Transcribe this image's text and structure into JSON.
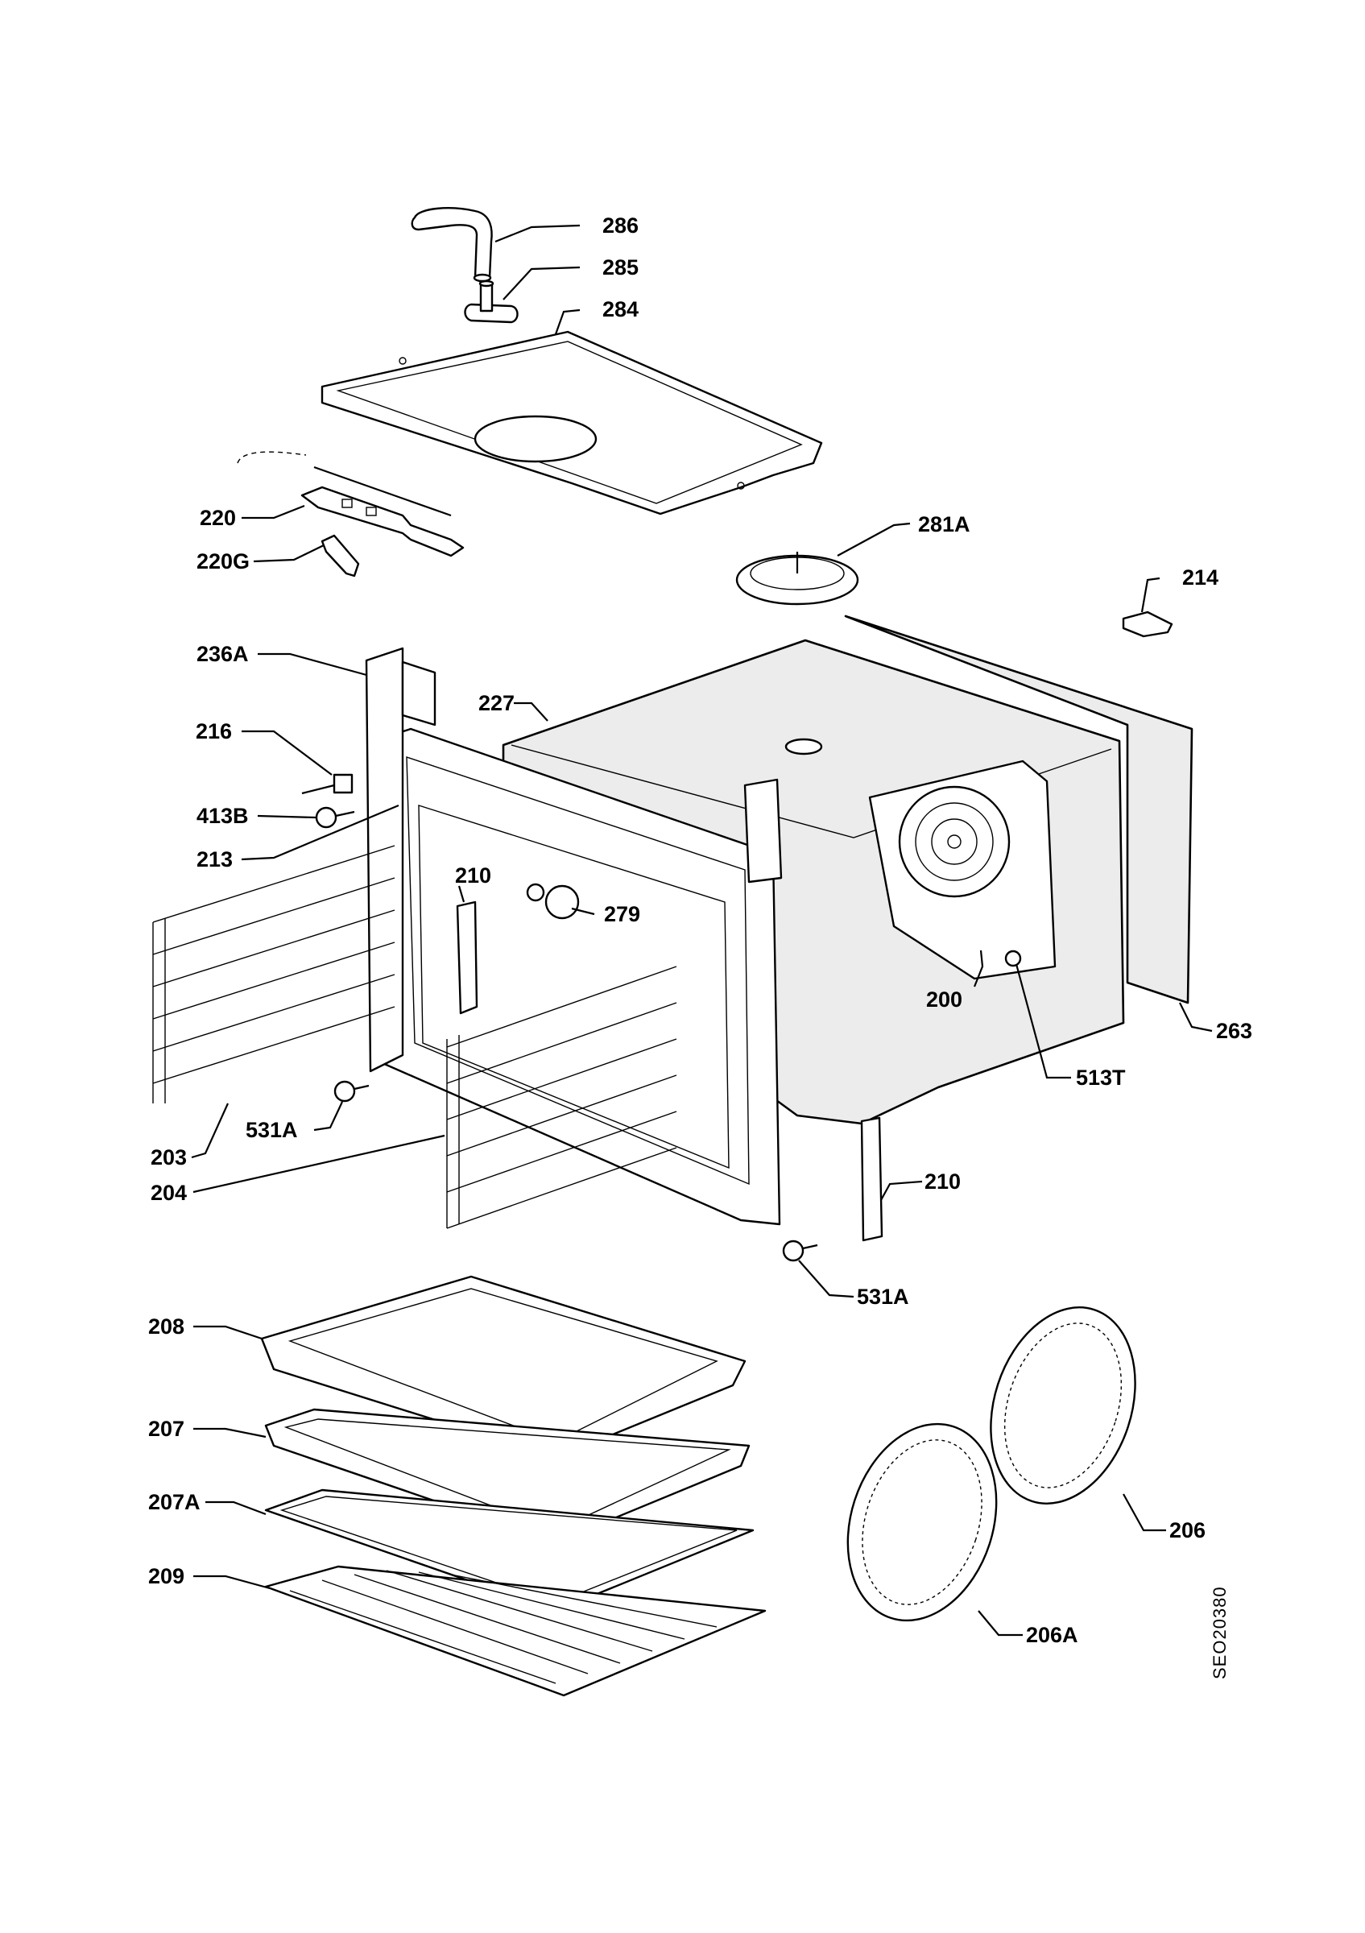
{
  "drawing_code": "SEO20380",
  "labels": {
    "l286": "286",
    "l285": "285",
    "l284": "284",
    "l220": "220",
    "l220G": "220G",
    "l281A": "281A",
    "l214": "214",
    "l236A": "236A",
    "l227": "227",
    "l216": "216",
    "l413B": "413B",
    "l213": "213",
    "l210a": "210",
    "l279": "279",
    "l200": "200",
    "l263": "263",
    "l513T": "513T",
    "l531Aa": "531A",
    "l203": "203",
    "l204": "204",
    "l210b": "210",
    "l531Ab": "531A",
    "l208": "208",
    "l207": "207",
    "l207A": "207A",
    "l209": "209",
    "l206": "206",
    "l206A": "206A"
  }
}
